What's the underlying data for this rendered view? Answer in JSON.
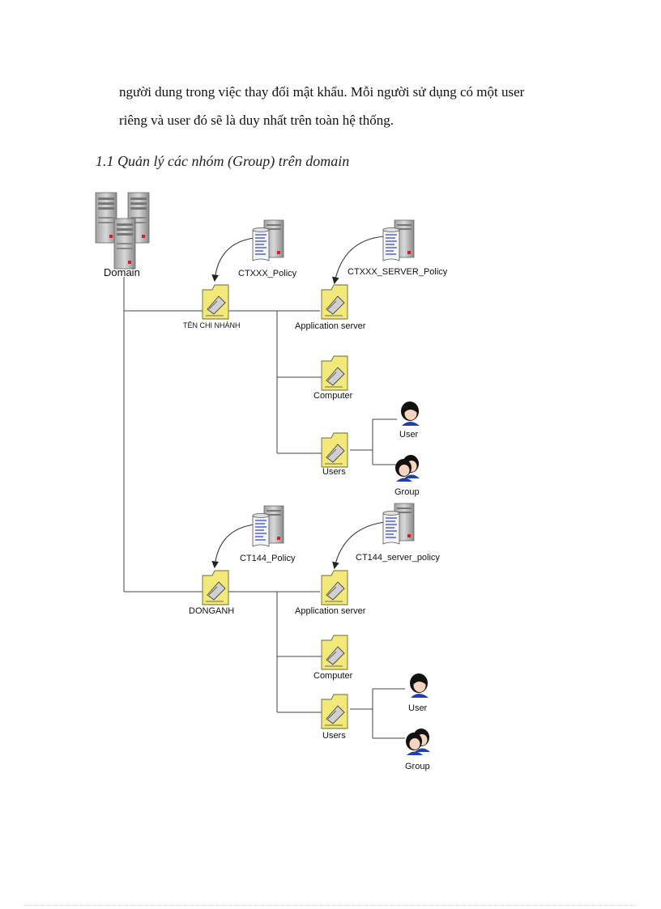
{
  "paragraph": {
    "line1": "người dung trong việc thay đổi mật khẩu. Mỗi người sử dụng có một user",
    "line2": "riêng và user đó sẽ là duy nhất trên toàn hệ thống."
  },
  "heading": "1.1 Quản lý các nhóm (Group) trên domain",
  "diagram": {
    "domain_label": "Domain",
    "branch1": {
      "ou_label": "TÊN CHI NHÁNH",
      "ou_policy": "CTXXX_Policy",
      "server_policy": "CTXXX_SERVER_Policy",
      "app_server": "Application server",
      "computer": "Computer",
      "users": "Users",
      "user": "User",
      "group": "Group"
    },
    "branch2": {
      "ou_label": "DONGANH",
      "ou_policy": "CT144_Policy",
      "server_policy": "CT144_server_policy",
      "app_server": "Application server",
      "computer": "Computer",
      "users": "Users",
      "user": "User",
      "group": "Group"
    }
  }
}
